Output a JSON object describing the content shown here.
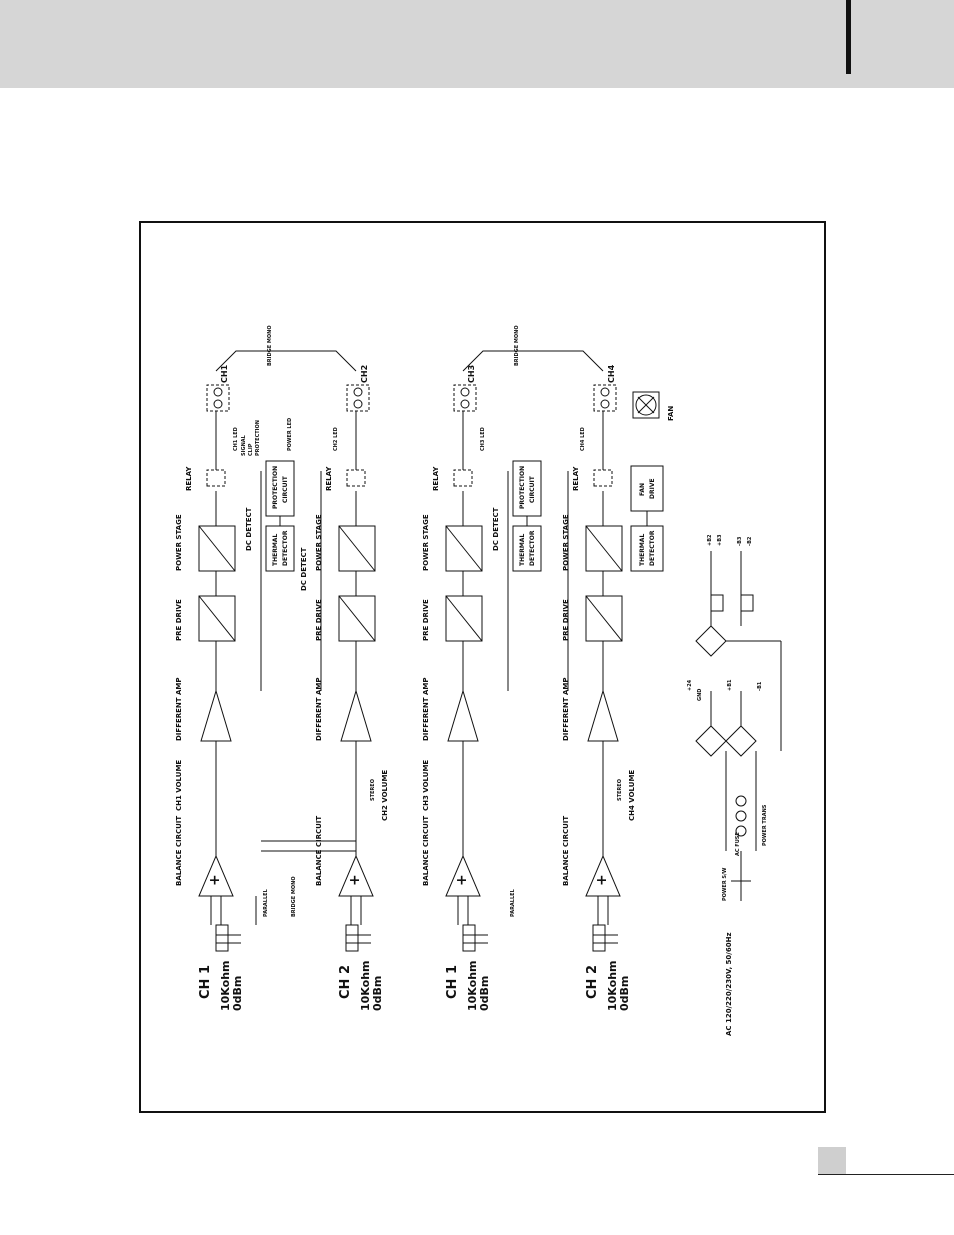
{
  "diagram": {
    "groups": [
      {
        "channels": [
          {
            "ch": "CH  1",
            "imp": "10Kohm",
            "lvl": "0dBm",
            "vol": "CH1 VOLUME",
            "out": "CH1",
            "switch": "PARALLEL"
          },
          {
            "ch": "CH  2",
            "imp": "10Kohm",
            "lvl": "0dBm",
            "vol": "CH2 VOLUME",
            "out": "CH2",
            "switch": "STEREO"
          }
        ],
        "relay_leds": [
          "CH1 LED",
          "POWER LED",
          "CH2 LED"
        ]
      },
      {
        "channels": [
          {
            "ch": "CH  1",
            "imp": "10Kohm",
            "lvl": "0dBm",
            "vol": "CH3 VOLUME",
            "out": "CH3",
            "switch": "PARALLEL"
          },
          {
            "ch": "CH  2",
            "imp": "10Kohm",
            "lvl": "0dBm",
            "vol": "CH4 VOLUME",
            "out": "CH4",
            "switch": "STEREO"
          }
        ],
        "relay_leds": [
          "CH3 LED",
          "",
          "CH4 LED"
        ]
      }
    ],
    "labels": {
      "balance": "BALANCE CIRCUIT",
      "diff_amp": "DIFFERENT AMP",
      "pre_drive": "PRE DRIVE",
      "power_stage": "POWER STAGE",
      "dc_detect": "DC DETECT",
      "relay": "RELAY",
      "protection_1": "PROTECTION",
      "protection_2": "CIRCUIT",
      "thermal_1": "THERMAL",
      "thermal_2": "DETECTOR",
      "bridge_mono": "BRIDGE MONO",
      "fan": "FAN",
      "fan_drive_1": "FAN",
      "fan_drive_2": "DRIVE",
      "signal": "SIGNAL",
      "clip": "CLIP",
      "protection_led": "PROTECTION",
      "b1": "+B1",
      "b2": "+B2",
      "b3": "+B3",
      "b1n": "-B1",
      "b2n": "-B2",
      "b3n": "-B3",
      "plus": "+",
      "minus": "−"
    },
    "power": {
      "ac": "AC 120/220/230V, 50/60Hz",
      "switch": "POWER S/W",
      "fuse": "AC FUSE",
      "trans": "POWER TRANS",
      "rails_left": [
        "+24",
        "GND",
        "+B1",
        "-B1"
      ],
      "rails_right": [
        "+B2",
        "+B3",
        "-B3",
        "-B2"
      ]
    }
  }
}
